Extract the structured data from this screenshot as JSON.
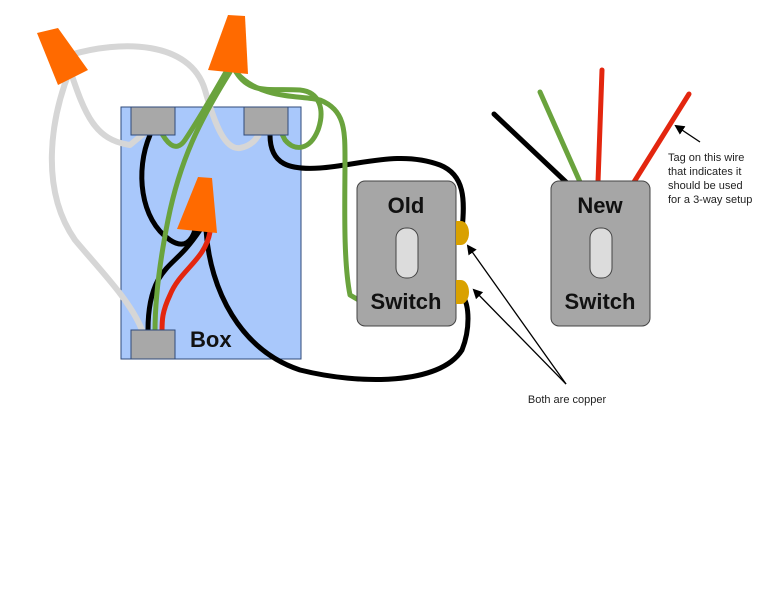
{
  "colors": {
    "box_fill": "#a9c8fb",
    "box_stroke": "#2f4a7a",
    "terminal_fill": "#a8a8a8",
    "switch_fill": "#a6a6a6",
    "toggle_fill": "#dcdcdc",
    "wire_black": "#000000",
    "wire_white": "#d6d6d6",
    "wire_green": "#6aa33d",
    "wire_red": "#e3260f",
    "wire_nut": "#ff6a00",
    "copper_screw": "#d9a100"
  },
  "box": {
    "label": "Box"
  },
  "old_switch": {
    "label_top": "Old",
    "label_bottom": "Switch"
  },
  "new_switch": {
    "label_top": "New",
    "label_bottom": "Switch"
  },
  "annotations": {
    "copper": "Both are copper",
    "tag_lines": [
      "Tag on this wire",
      "that indicates it",
      "should be used",
      "for a 3-way setup"
    ]
  },
  "new_switch_wires": [
    "black",
    "green",
    "red",
    "red (tagged)"
  ]
}
